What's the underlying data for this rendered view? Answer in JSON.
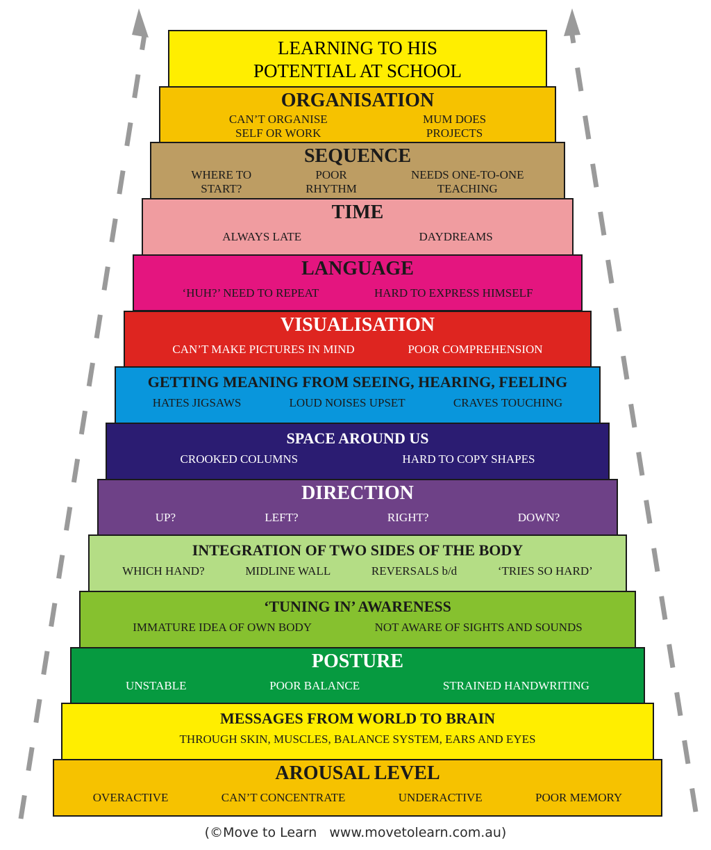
{
  "diagram": {
    "colors": {
      "outline": "#1a1a1a",
      "dash": "#9a9a9a"
    },
    "apex": {
      "lines": [
        "LEARNING TO HIS",
        "POTENTIAL AT SCHOOL"
      ],
      "color": "#ffee00"
    },
    "steps": [
      {
        "title": "ORGANISATION",
        "color": "#f6c200",
        "text_color": "#1a1a1a",
        "items": [
          [
            "CAN’T ORGANISE",
            "SELF OR WORK"
          ],
          [
            "MUM DOES",
            "PROJECTS"
          ]
        ]
      },
      {
        "title": "SEQUENCE",
        "color": "#bd9d63",
        "text_color": "#1a1a1a",
        "items": [
          [
            "WHERE TO",
            "START?"
          ],
          [
            "POOR",
            "RHYTHM"
          ],
          [
            "NEEDS ONE-TO-ONE",
            "TEACHING"
          ]
        ]
      },
      {
        "title": "TIME",
        "color": "#f09ca0",
        "text_color": "#1a1a1a",
        "items": [
          [
            "ALWAYS LATE"
          ],
          [
            "DAYDREAMS"
          ]
        ]
      },
      {
        "title": "LANGUAGE",
        "color": "#e4157f",
        "text_color": "#1a1a1a",
        "items": [
          [
            "‘HUH?’ NEED TO REPEAT"
          ],
          [
            "HARD TO EXPRESS HIMSELF"
          ]
        ]
      },
      {
        "title": "VISUALISATION",
        "color": "#de2520",
        "text_color": "#ffffff",
        "items": [
          [
            "CAN’T MAKE PICTURES IN MIND"
          ],
          [
            "POOR COMPREHENSION"
          ]
        ]
      },
      {
        "title": "GETTING MEANING FROM SEEING, HEARING, FEELING",
        "color": "#0996dc",
        "text_color": "#1a1a1a",
        "items": [
          [
            "HATES JIGSAWS"
          ],
          [
            "LOUD NOISES UPSET"
          ],
          [
            "CRAVES TOUCHING"
          ]
        ]
      },
      {
        "title": "SPACE AROUND US",
        "color": "#2b1c72",
        "text_color": "#ffffff",
        "items": [
          [
            "CROOKED COLUMNS"
          ],
          [
            "HARD TO COPY SHAPES"
          ]
        ]
      },
      {
        "title": "DIRECTION",
        "color": "#6e4187",
        "text_color": "#ffffff",
        "items": [
          [
            "UP?"
          ],
          [
            "LEFT?"
          ],
          [
            "RIGHT?"
          ],
          [
            "DOWN?"
          ]
        ]
      },
      {
        "title": "INTEGRATION OF TWO SIDES OF THE BODY",
        "color": "#b4dd85",
        "text_color": "#1a1a1a",
        "items": [
          [
            "WHICH HAND?"
          ],
          [
            "MIDLINE WALL"
          ],
          [
            "REVERSALS b/d"
          ],
          [
            "‘TRIES SO HARD’"
          ]
        ]
      },
      {
        "title": "‘TUNING IN’ AWARENESS",
        "color": "#86c12f",
        "text_color": "#1a1a1a",
        "items": [
          [
            "IMMATURE IDEA OF OWN BODY"
          ],
          [
            "NOT AWARE OF SIGHTS AND SOUNDS"
          ]
        ]
      },
      {
        "title": "POSTURE",
        "color": "#069a40",
        "text_color": "#ffffff",
        "items": [
          [
            "UNSTABLE"
          ],
          [
            "POOR BALANCE"
          ],
          [
            "STRAINED HANDWRITING"
          ]
        ]
      },
      {
        "title": "MESSAGES FROM WORLD TO BRAIN",
        "color": "#ffee00",
        "text_color": "#1a1a1a",
        "items": [
          [
            "THROUGH SKIN, MUSCLES, BALANCE SYSTEM, EARS AND EYES"
          ]
        ]
      },
      {
        "title": "AROUSAL LEVEL",
        "color": "#f6c200",
        "text_color": "#1a1a1a",
        "items": [
          [
            "OVERACTIVE"
          ],
          [
            "CAN’T CONCENTRATE"
          ],
          [
            "UNDERACTIVE"
          ],
          [
            "POOR MEMORY"
          ]
        ]
      }
    ],
    "credit": "(©Move to Learn   www.movetolearn.com.au)"
  }
}
